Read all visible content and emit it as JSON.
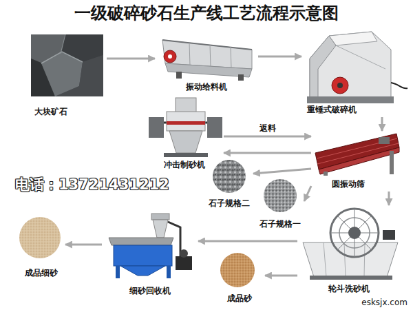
{
  "diagram": {
    "title": "一级破碎砂石生产线工艺流程示意图",
    "nodes": [
      {
        "text": [
          "大块矿石"
        ]
      },
      {
        "text": [
          "振动给料机"
        ]
      },
      {
        "text": [
          "重锤式破碎机"
        ]
      },
      {
        "text": [
          "冲击制砂机"
        ]
      },
      {
        "text": [
          "圆振动筛"
        ]
      },
      {
        "text": [
          "石子规格二"
        ]
      },
      {
        "text": [
          "石子规格一"
        ]
      },
      {
        "text": [
          "轮斗洗砂机"
        ]
      },
      {
        "text": [
          "成品砂"
        ]
      },
      {
        "text": [
          "细砂回收机"
        ]
      },
      {
        "text": [
          "成品细砂"
        ]
      }
    ],
    "edges": [
      {
        "from": 0,
        "to": 1,
        "arrow": "to"
      },
      {
        "from": 1,
        "to": 2,
        "arrow": "to"
      },
      {
        "from": 2,
        "to": 4,
        "arrow": "to"
      },
      {
        "from": 3,
        "to": 4,
        "label": "返料",
        "arrow": "to"
      },
      {
        "from": 4,
        "to": 3,
        "arrow": "to"
      },
      {
        "from": 4,
        "to": 5,
        "arrow": "to"
      },
      {
        "from": 4,
        "to": 6,
        "arrow": "to"
      },
      {
        "from": 4,
        "to": 7,
        "arrow": "to"
      },
      {
        "from": 7,
        "to": 9,
        "arrow": "to"
      },
      {
        "from": 7,
        "to": 8,
        "arrow": "to"
      },
      {
        "from": 9,
        "to": 10,
        "arrow": "to"
      }
    ],
    "labels": [
      "电话：13721431212",
      "esksjx.com"
    ]
  }
}
